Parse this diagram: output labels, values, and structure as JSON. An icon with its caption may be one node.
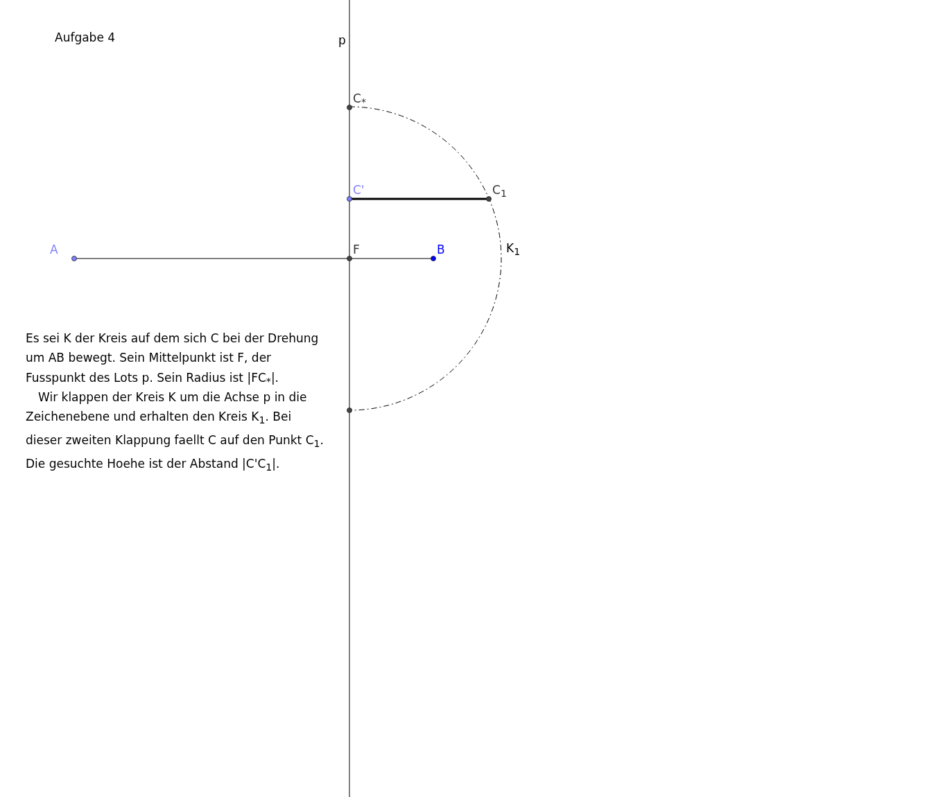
{
  "diagram": {
    "title": "Aufgabe 4",
    "labels": [
      "p",
      "C$_{*}$",
      "C'",
      "C$_{1}$",
      "A",
      "F",
      "B",
      "K$_{1}$",
      "Es sei K der Kreis auf dem sich C bei der Drehung um AB bewegt. Sein Mittelpunkt ist F, der Fusspunkt des Lots p. Sein Radius ist |FC$_{*}$|.",
      "Wir klappen der Kreis K um die Achse p in die Zeichenebene und erhalten den Kreis K$_{1}$. Bei dieser zweiten Klappung faellt C auf den Punkt C$_{1}$. Die gesuchte Hoehe ist der Abstand |C'C$_{1}$|."
    ]
  }
}
